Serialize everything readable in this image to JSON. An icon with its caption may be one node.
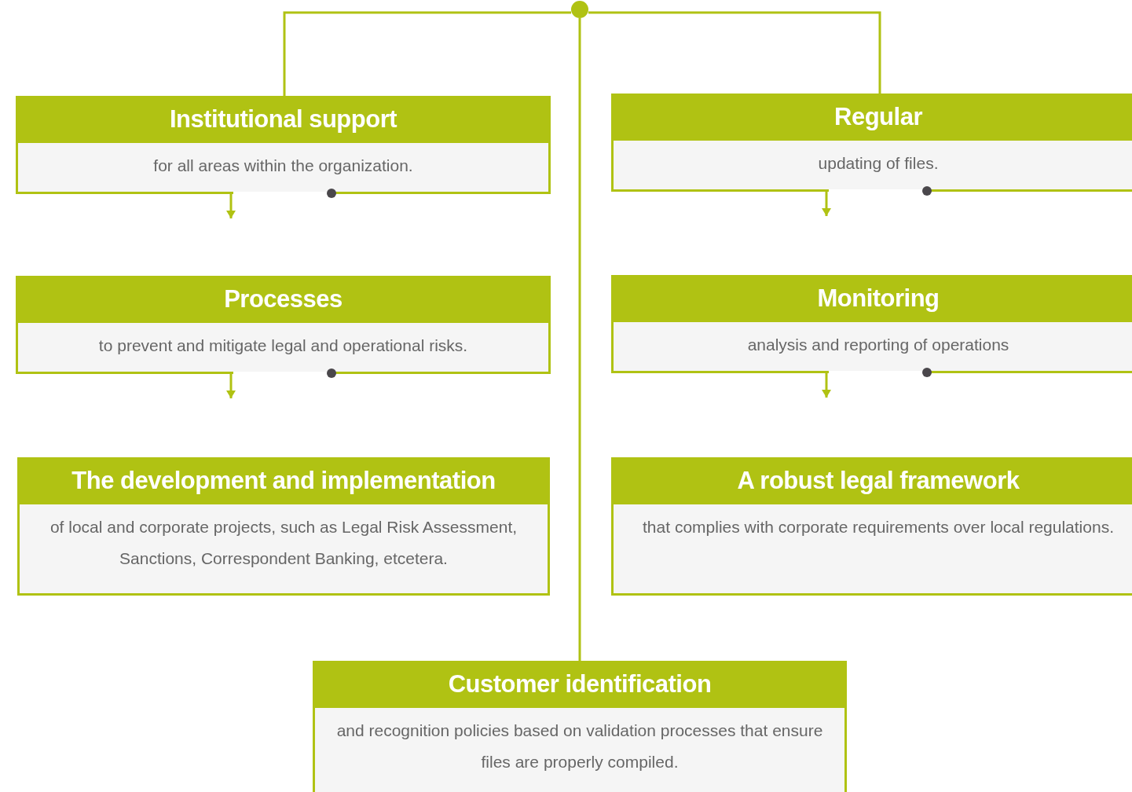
{
  "diagram": {
    "nodes": [
      {
        "text": [],
        "shape": "circle"
      },
      {
        "text": [
          "Institutional support",
          "for all areas within the organization."
        ]
      },
      {
        "text": [
          "Processes",
          "to prevent and mitigate legal and operational risks."
        ]
      },
      {
        "text": [
          "The development and implementation",
          "of local and corporate projects, such as Legal Risk Assessment, Sanctions, Correspondent Banking, etcetera."
        ]
      },
      {
        "text": [
          "Regular",
          "updating of files."
        ]
      },
      {
        "text": [
          "Monitoring",
          "analysis and reporting of operations"
        ]
      },
      {
        "text": [
          "A robust legal framework",
          "that complies with corporate requirements over local regulations."
        ]
      },
      {
        "text": [
          "Customer identification",
          "and recognition policies based on validation processes that ensure files are properly compiled."
        ]
      }
    ],
    "edges": [
      {
        "from": 0,
        "to": 1,
        "arrow": "none"
      },
      {
        "from": 0,
        "to": 4,
        "arrow": "none"
      },
      {
        "from": 0,
        "to": 7,
        "arrow": "none"
      },
      {
        "from": 1,
        "to": null,
        "arrow": "to"
      },
      {
        "from": 2,
        "to": null,
        "arrow": "to"
      },
      {
        "from": 4,
        "to": null,
        "arrow": "to"
      },
      {
        "from": 5,
        "to": null,
        "arrow": "to"
      }
    ]
  }
}
